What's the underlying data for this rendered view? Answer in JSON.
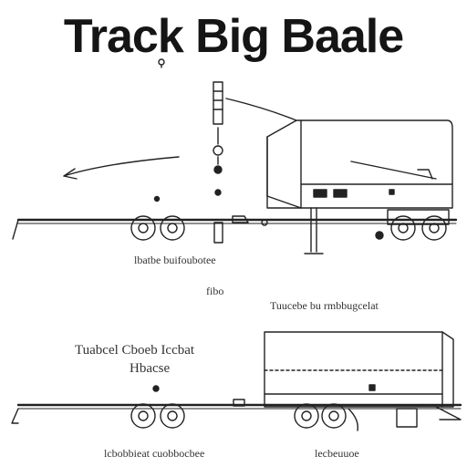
{
  "title": "Track Big Baale",
  "labels": {
    "top_caption": "lbatbe buifoubotee",
    "mid_small": "fibo",
    "mid_right": "Tuucebe bu rmbbugcelat",
    "bottom_left_line1": "Tuabcel Cboeb   Iccbat",
    "bottom_left_line2": "Hbacse",
    "bottom_caption_left": "lcbobbieat cuobbocbee",
    "bottom_caption_right": "lecbeuuoe"
  },
  "icons": [
    "arrow-left-icon",
    "truck-trailer-top",
    "trailer-bottom"
  ]
}
